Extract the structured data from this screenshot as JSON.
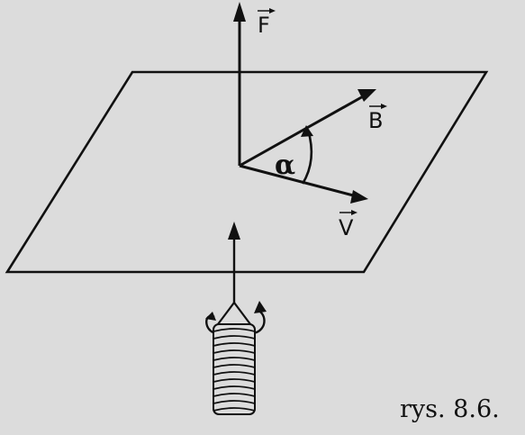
{
  "figure": {
    "vectors": {
      "F": "F",
      "B": "B",
      "V": "V"
    },
    "angle": "α",
    "caption": "rys. 8.6."
  },
  "colors": {
    "background": "#dcdcdc",
    "ink": "#111111"
  }
}
